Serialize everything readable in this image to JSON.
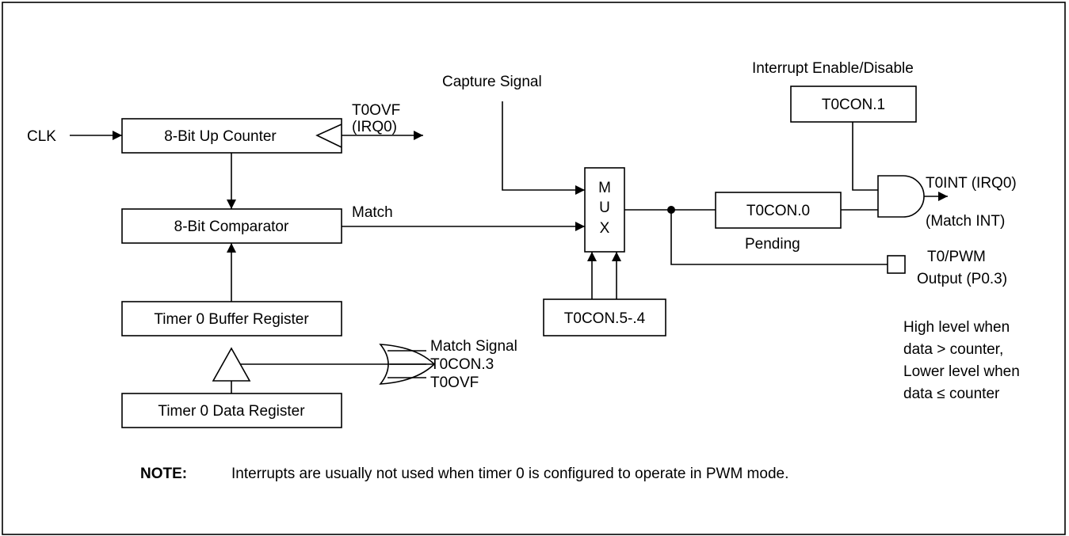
{
  "inputs": {
    "clk": "CLK"
  },
  "blocks": {
    "up_counter": "8-Bit Up Counter",
    "comparator": "8-Bit Comparator",
    "buffer_register": "Timer 0 Buffer Register",
    "data_register": "Timer 0 Data Register",
    "mux": [
      "M",
      "U",
      "X"
    ],
    "t0con_54": "T0CON.5-.4",
    "t0con_0": "T0CON.0",
    "t0con_1": "T0CON.1"
  },
  "signals": {
    "t0ovf_irq": [
      "T0OVF",
      "(IRQ0)"
    ],
    "match": "Match",
    "capture": "Capture Signal",
    "interrupt_enable": "Interrupt Enable/Disable",
    "t0int": "T0INT (IRQ0)",
    "match_int": "(Match INT)",
    "pending": "Pending",
    "pwm_output": [
      "T0/PWM",
      "Output (P0.3)"
    ],
    "or_inputs": [
      "Match Signal",
      "T0CON.3",
      "T0OVF"
    ]
  },
  "level_note": [
    "High level when",
    "data > counter,",
    "Lower level when",
    "data ≤ counter"
  ],
  "note": {
    "label": "NOTE:",
    "text": "Interrupts are usually not used when timer 0 is configured to operate in PWM mode."
  }
}
